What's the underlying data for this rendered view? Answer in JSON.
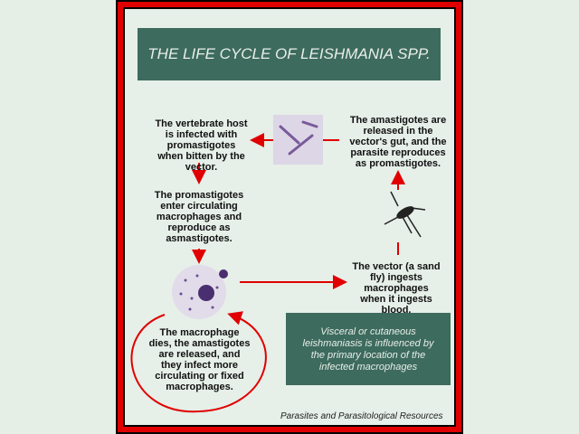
{
  "title": "THE LIFE CYCLE OF LEISHMANIA SPP.",
  "steps": {
    "host": "The vertebrate host is infected with promastigotes when bitten by the vector.",
    "promastigotes": "The promastigotes enter circulating macrophages and reproduce as asmastigotes.",
    "macrophage_dies": "The macrophage dies, the amastigotes are released, and they infect more circulating or fixed macrophages.",
    "vector_ingests": "The vector (a sand fly) ingests macrophages when it ingests blood.",
    "amastigotes_released": "The amastigotes are released in the vector's gut, and the parasite reproduces as promastigotes."
  },
  "note": "Visceral or cutaneous leishmaniasis is influenced by the primary location of the infected macrophages",
  "credit": "Parasites and Parasitological Resources",
  "colors": {
    "box": "#3d6b5e",
    "arrow": "#e00000",
    "border": "#e00000"
  }
}
